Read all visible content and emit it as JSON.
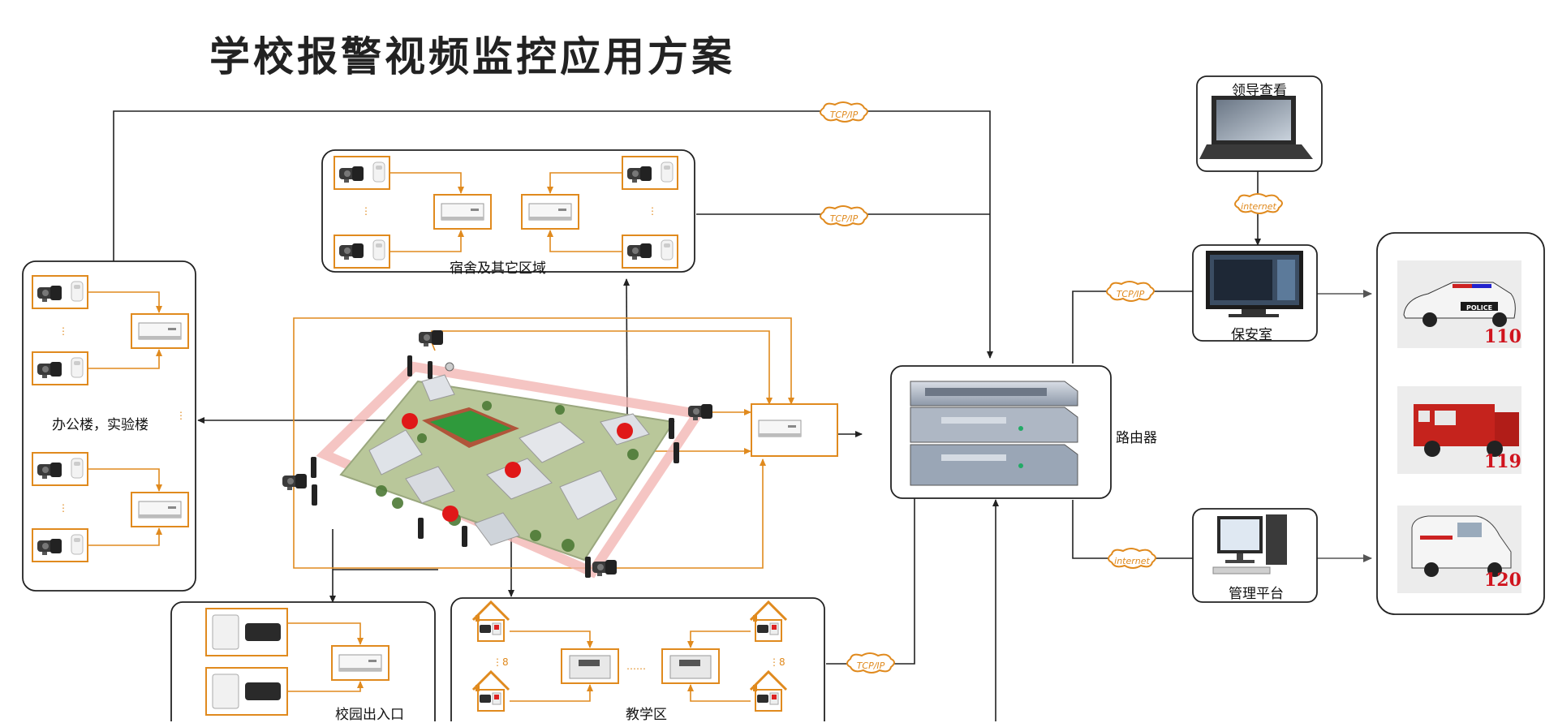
{
  "title": "学校报警视频监控应用方案",
  "labels": {
    "dorm": "宿舍及其它区域",
    "office": "办公楼，实验楼",
    "gate": "校园出入口",
    "teaching": "教学区",
    "router": "路由器",
    "leader": "领导查看",
    "security": "保安室",
    "management": "管理平台"
  },
  "network_tags": {
    "tcpip": "TCP/IP",
    "internet": "internet"
  },
  "emergency_numbers": [
    "110",
    "119",
    "120"
  ],
  "police_text": "POLICE",
  "dots_text": "……",
  "colors": {
    "orange": "#e08a1e",
    "line": "#222222",
    "red_marker": "#e01818",
    "number_red": "#d0141e"
  }
}
